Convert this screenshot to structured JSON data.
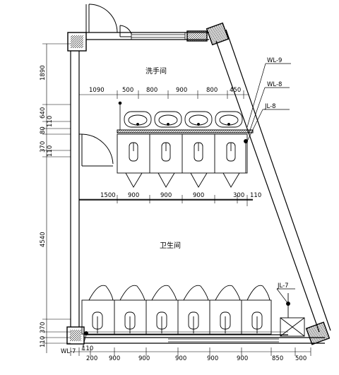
{
  "rooms": {
    "washroom": "洗手间",
    "toilet": "卫生间"
  },
  "pipe_labels": {
    "wl9": "WL-9",
    "wl8": "WL-8",
    "jl8": "JL-8",
    "jl7": "JL-7",
    "wl7": "WL-7"
  },
  "dims": {
    "left": {
      "d1": "1890",
      "d2": "640",
      "d3": "110",
      "d4": "80",
      "d5": "370",
      "d6": "110",
      "d7": "4540",
      "d8": "370",
      "d9": "110"
    },
    "top": {
      "a1": "1090",
      "a2": "500",
      "a3": "800",
      "a4": "900",
      "a5": "800",
      "a6": "450"
    },
    "mid": {
      "b1": "1500",
      "b2": "900",
      "b3": "900",
      "b4": "900",
      "b5": "300",
      "b6": "110"
    },
    "bottom": {
      "c0": "110",
      "c1": "200",
      "c2": "900",
      "c3": "900",
      "c4": "900",
      "c5": "900",
      "c6": "900",
      "c7": "850",
      "c8": "500"
    }
  },
  "colors": {
    "line": "#000000",
    "background": "#ffffff"
  }
}
